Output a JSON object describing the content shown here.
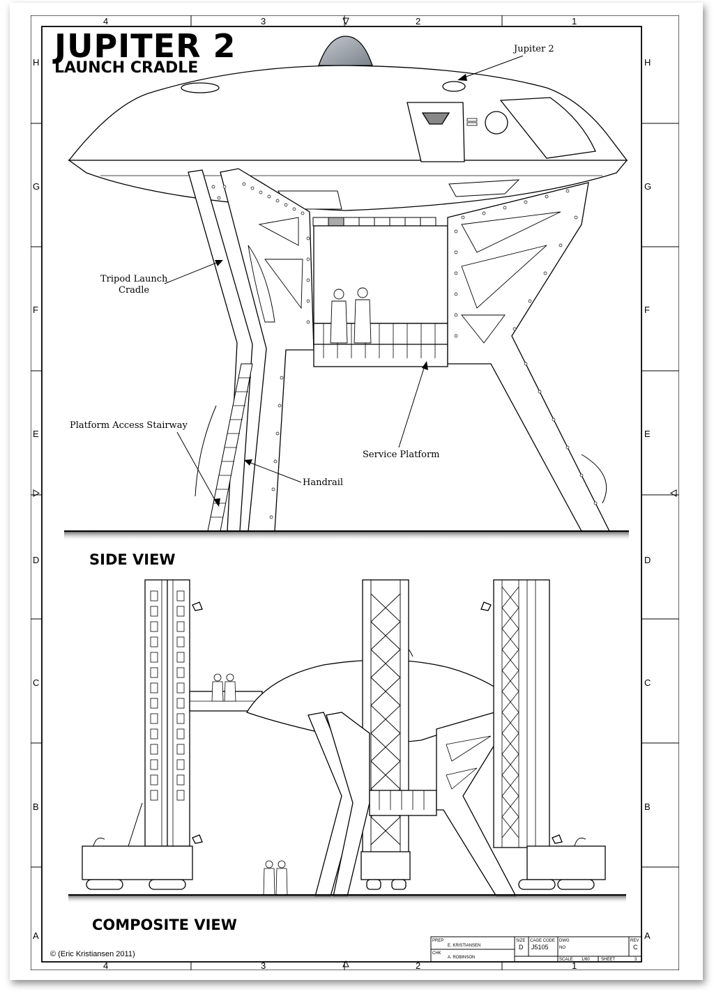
{
  "title": {
    "main": "JUPITER  2",
    "sub": "LAUNCH  CRADLE"
  },
  "grid": {
    "columns": [
      "4",
      "3",
      "2",
      "1"
    ],
    "rows": [
      "H",
      "G",
      "F",
      "E",
      "D",
      "C",
      "B",
      "A"
    ]
  },
  "callouts": {
    "ship": "Jupiter 2",
    "tripod_line1": "Tripod Launch",
    "tripod_line2": "Cradle",
    "stairway": "Platform Access Stairway",
    "handrail": "Handrail",
    "service": "Service Platform"
  },
  "views": {
    "side": "SIDE  VIEW",
    "composite": "COMPOSITE  VIEW"
  },
  "copyright": "© (Eric Kristiansen 2011)",
  "title_block": {
    "prep_label": "PREP",
    "prep_value": "E. KRISTIANSEN",
    "chk_label": "CHK",
    "chk_value": "A. ROBINSON",
    "size_label": "SIZE",
    "size_value": "D",
    "cage_label": "CAGE CODE",
    "cage_value": "J5105",
    "dwg_label": "DWG",
    "dwg_value": "NO",
    "rev_label": "REV",
    "rev_value": "C",
    "scale_label": "SCALE",
    "scale_value": "1/60",
    "sheet_label": "SHEET",
    "sheet_value": "3"
  },
  "colors": {
    "line": "#000000",
    "ground": "#6f6f6f",
    "dome": "#9a9fa6",
    "paper": "#ffffff"
  }
}
